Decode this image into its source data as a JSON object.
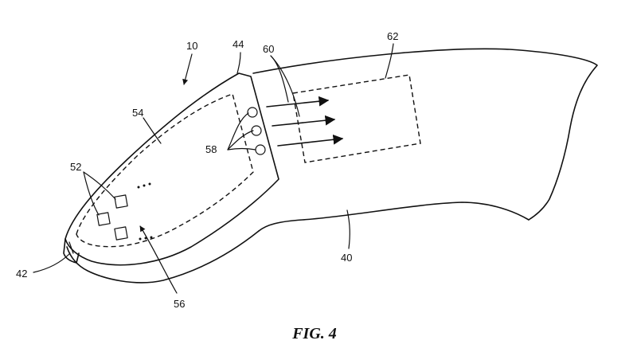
{
  "figure": {
    "caption": "FIG. 4",
    "refs": {
      "r10": "10",
      "r44": "44",
      "r60": "60",
      "r62": "62",
      "r54": "54",
      "r58": "58",
      "r52": "52",
      "r42": "42",
      "r40": "40",
      "r56": "56"
    }
  }
}
